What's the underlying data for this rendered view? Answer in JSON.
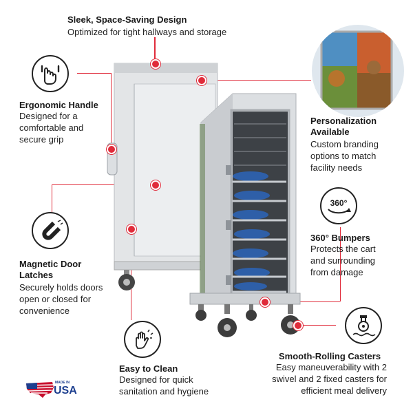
{
  "features": {
    "design": {
      "title": "Sleek, Space-Saving Design",
      "desc": "Optimized for tight hallways and storage"
    },
    "handle": {
      "title": "Ergonomic Handle",
      "desc": "Designed for a comfortable and secure grip",
      "icon": "hand-grip-icon"
    },
    "personal": {
      "title": "Personalization Available",
      "desc": "Custom branding options to match facility needs"
    },
    "bumpers": {
      "title": "360° Bumpers",
      "desc": "Protects the cart and surrounding from damage",
      "icon": "rotate-360-icon",
      "icon_text": "360°"
    },
    "latches": {
      "title": "Magnetic Door Latches",
      "desc": "Securely holds doors open or closed for convenience",
      "icon": "magnet-icon"
    },
    "clean": {
      "title": "Easy to Clean",
      "desc": "Designed for quick sanitation and hygiene",
      "icon": "cleaning-hand-icon"
    },
    "casters": {
      "title": "Smooth-Rolling Casters",
      "desc": "Easy maneuverability with 2 swivel and 2 fixed casters for efficient meal delivery",
      "icon": "caster-wheel-icon"
    }
  },
  "badge": {
    "line1": "MADE IN",
    "line2": "USA"
  },
  "colors": {
    "accent": "#e02b3a",
    "steel": "#d9dcdf",
    "tray": "#2e5fa8"
  }
}
